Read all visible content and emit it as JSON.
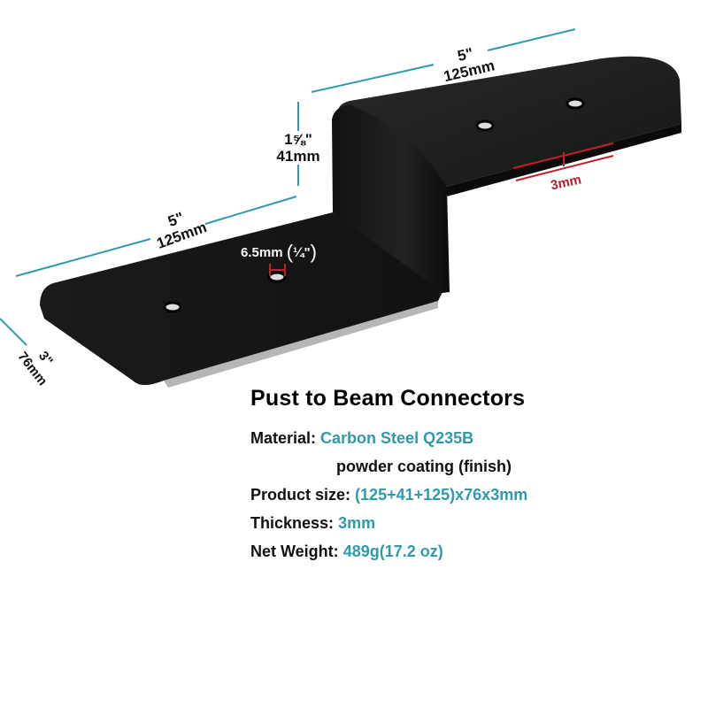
{
  "product": {
    "title": "Pust to Beam Connectors",
    "specs": [
      {
        "label": "Material:",
        "value": "Carbon Steel Q235B"
      },
      {
        "label": "",
        "value": "powder coating (finish)"
      },
      {
        "label": "Product size:",
        "value": "(125+41+125)x76x3mm"
      },
      {
        "label": "Thickness:",
        "value": "3mm"
      },
      {
        "label": "Net Weight:",
        "value": "489g(17.2 oz)"
      }
    ]
  },
  "dimensions": {
    "top_length": {
      "imperial": "5\"",
      "metric": "125mm"
    },
    "riser_height": {
      "imperial": "1⅝\"",
      "metric": "41mm"
    },
    "bottom_length": {
      "imperial": "5\"",
      "metric": "125mm"
    },
    "width": {
      "imperial": "3\"",
      "metric": "76mm"
    },
    "hole_diameter": {
      "metric": "6.5mm",
      "imperial": "¼\""
    },
    "thickness": "3mm"
  },
  "colors": {
    "dimension_line": "#2e9aab",
    "spec_value": "#2e9aab",
    "thickness_marker": "#c0202a",
    "bracket": "#1c1c1c",
    "text": "#111111"
  }
}
